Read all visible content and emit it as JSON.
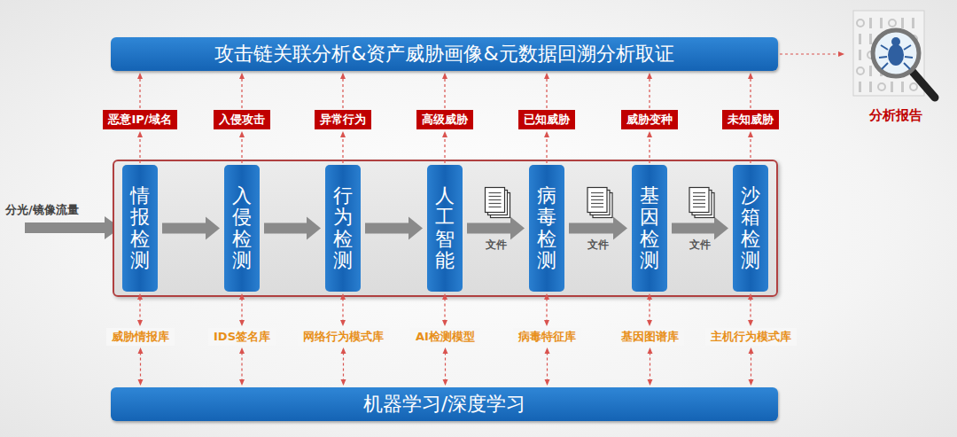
{
  "diagram": {
    "nodes": [
      {
        "text": [
          "攻击链关联分析&资产威胁画像&元数据回溯分析取证"
        ]
      },
      {
        "text": [
          "分析报告"
        ]
      },
      {
        "text": [
          "恶意IP/域名"
        ]
      },
      {
        "text": [
          "入侵攻击"
        ]
      },
      {
        "text": [
          "异常行为"
        ]
      },
      {
        "text": [
          "高级威胁"
        ]
      },
      {
        "text": [
          "已知威胁"
        ]
      },
      {
        "text": [
          "威胁变种"
        ]
      },
      {
        "text": [
          "未知威胁"
        ]
      },
      {
        "text": [
          "情报检测"
        ]
      },
      {
        "text": [
          "入侵检测"
        ]
      },
      {
        "text": [
          "行为检测"
        ]
      },
      {
        "text": [
          "人工智能"
        ]
      },
      {
        "text": [
          "病毒检测"
        ]
      },
      {
        "text": [
          "基因检测"
        ]
      },
      {
        "text": [
          "沙箱检测"
        ]
      },
      {
        "text": [
          "威胁情报库"
        ]
      },
      {
        "text": [
          "IDS签名库"
        ]
      },
      {
        "text": [
          "网络行为模式库"
        ]
      },
      {
        "text": [
          "AI检测模型"
        ]
      },
      {
        "text": [
          "病毒特征库"
        ]
      },
      {
        "text": [
          "基因图谱库"
        ]
      },
      {
        "text": [
          "主机行为模式库"
        ]
      },
      {
        "text": [
          "机器学习/深度学习"
        ]
      }
    ],
    "edges": [
      {
        "from": 0,
        "to": 1,
        "arrow": "to"
      },
      {
        "from": 9,
        "to": 2,
        "arrow": "to"
      },
      {
        "from": 10,
        "to": 3,
        "arrow": "to"
      },
      {
        "from": 11,
        "to": 4,
        "arrow": "to"
      },
      {
        "from": 12,
        "to": 5,
        "arrow": "to"
      },
      {
        "from": 13,
        "to": 6,
        "arrow": "to"
      },
      {
        "from": 14,
        "to": 7,
        "arrow": "to"
      },
      {
        "from": 15,
        "to": 8,
        "arrow": "to"
      },
      {
        "from": 2,
        "to": 0,
        "arrow": "to"
      },
      {
        "from": 3,
        "to": 0,
        "arrow": "to"
      },
      {
        "from": 4,
        "to": 0,
        "arrow": "to"
      },
      {
        "from": 5,
        "to": 0,
        "arrow": "to"
      },
      {
        "from": 6,
        "to": 0,
        "arrow": "to"
      },
      {
        "from": 7,
        "to": 0,
        "arrow": "to"
      },
      {
        "from": 8,
        "to": 0,
        "arrow": "to"
      },
      {
        "from": 9,
        "to": 10,
        "arrow": "to"
      },
      {
        "from": 10,
        "to": 11,
        "arrow": "to"
      },
      {
        "from": 11,
        "to": 12,
        "arrow": "to"
      },
      {
        "from": 12,
        "to": 13,
        "label": "文件",
        "arrow": "to"
      },
      {
        "from": 13,
        "to": 14,
        "label": "文件",
        "arrow": "to"
      },
      {
        "from": 14,
        "to": 15,
        "label": "文件",
        "arrow": "to"
      },
      {
        "from": 9,
        "to": 16,
        "arrow": "both"
      },
      {
        "from": 10,
        "to": 17,
        "arrow": "both"
      },
      {
        "from": 11,
        "to": 18,
        "arrow": "both"
      },
      {
        "from": 12,
        "to": 19,
        "arrow": "both"
      },
      {
        "from": 13,
        "to": 20,
        "arrow": "both"
      },
      {
        "from": 14,
        "to": 21,
        "arrow": "both"
      },
      {
        "from": 15,
        "to": 22,
        "arrow": "both"
      },
      {
        "from": 16,
        "to": 23,
        "arrow": "both"
      },
      {
        "from": 17,
        "to": 23,
        "arrow": "both"
      },
      {
        "from": 18,
        "to": 23,
        "arrow": "both"
      },
      {
        "from": 19,
        "to": 23,
        "arrow": "both"
      },
      {
        "from": 20,
        "to": 23,
        "arrow": "both"
      },
      {
        "from": 21,
        "to": 23,
        "arrow": "both"
      },
      {
        "from": 22,
        "to": 23,
        "arrow": "both"
      }
    ],
    "labels": [
      "分光/镜像流量"
    ]
  }
}
